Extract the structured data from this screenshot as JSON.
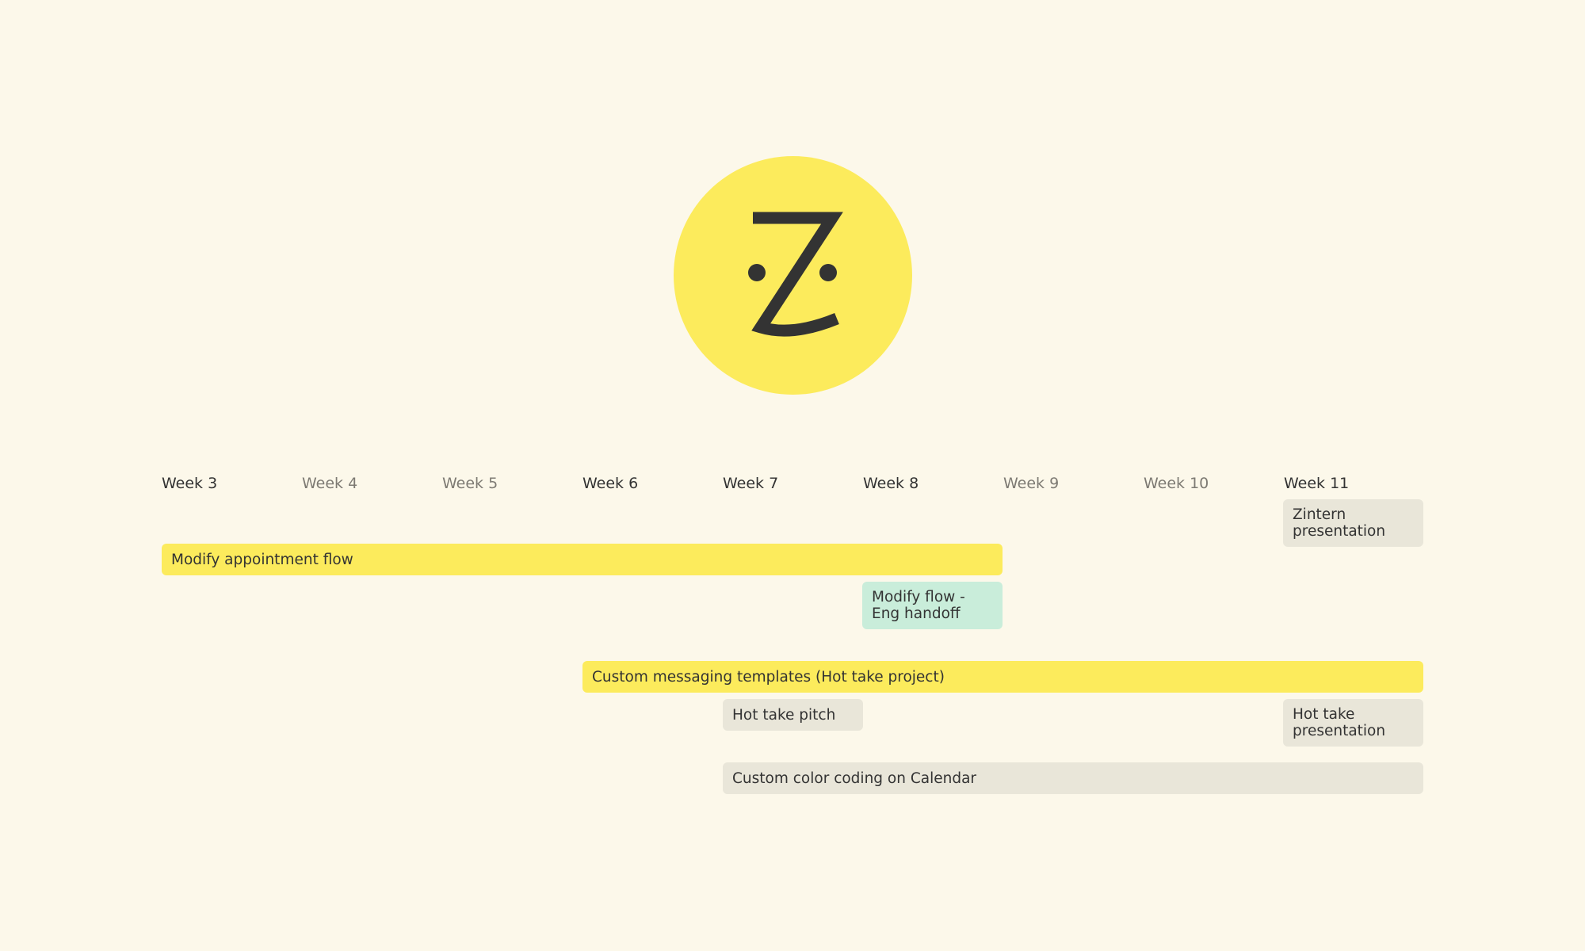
{
  "logo": {
    "icon": "zocdoc-smiley-logo",
    "color": "#FCEB5C",
    "glyph_color": "#333333"
  },
  "weeks": [
    "Week 3",
    "Week 4",
    "Week 5",
    "Week 6",
    "Week 7",
    "Week 8",
    "Week 9",
    "Week 10",
    "Week 11"
  ],
  "tasks": {
    "zintern_presentation": "Zintern\npresentation",
    "modify_appointment_flow": "Modify appointment flow",
    "modify_flow_eng_handoff": "Modify flow -\nEng handoff",
    "custom_messaging_templates": "Custom messaging templates (Hot take project)",
    "hot_take_pitch": "Hot take pitch",
    "hot_take_presentation": "Hot take\npresentation",
    "custom_color_coding": "Custom color coding on Calendar"
  },
  "colors": {
    "background": "#FCF8EA",
    "project_bar": "#FCEB5C",
    "milestone": "#E9E6D9",
    "handoff": "#C9EDDA"
  }
}
